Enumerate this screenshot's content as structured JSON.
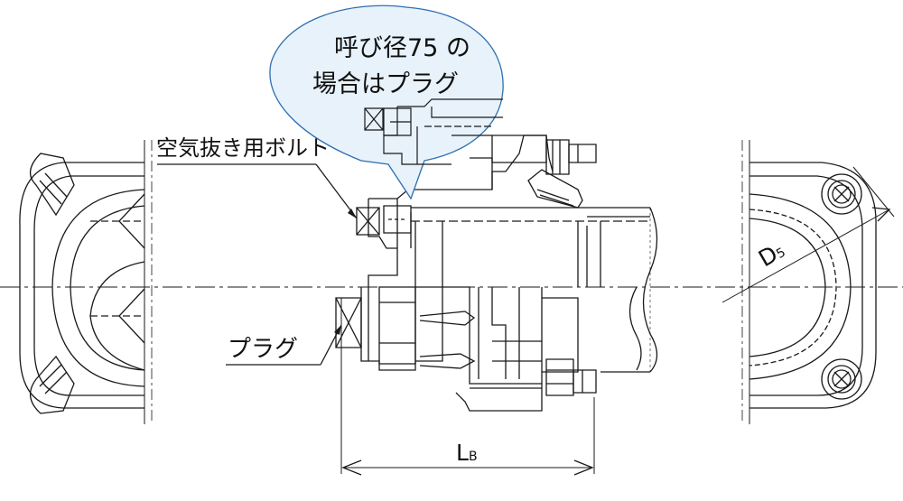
{
  "labels": {
    "callout_line1": "呼び径75 の",
    "callout_line2": "場合はプラグ",
    "air_bolt": "空気抜き用ボルト",
    "plug": "プラグ",
    "lb_main": "L",
    "lb_sub": "B",
    "d5_main": "D",
    "d5_sub": "5"
  },
  "colors": {
    "line": "#1a1a1a",
    "callout_stroke": "#2f6fb0",
    "callout_fill": "#e7f2fb",
    "background": "#ffffff"
  },
  "icons": {
    "bolt_head": "cross-box-icon",
    "nut": "concentric-circle-icon"
  }
}
